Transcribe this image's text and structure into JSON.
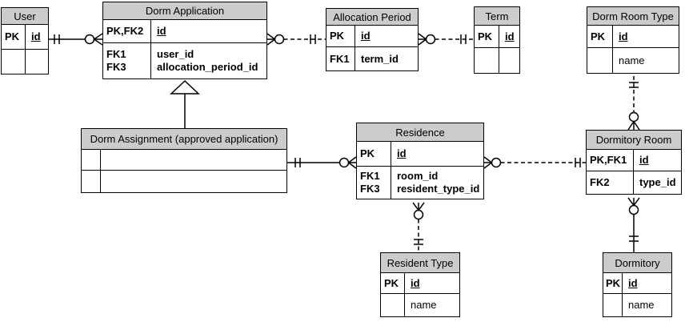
{
  "diagram_type": "entity-relationship-diagram",
  "notation": "crows-foot",
  "colors": {
    "entity_header_fill": "#cccccc",
    "entity_body_fill": "#ffffff",
    "line": "#000000",
    "background": "#ffffff"
  },
  "entities": {
    "user": {
      "title": "User",
      "rows": [
        {
          "key": "PK",
          "attr": "id"
        },
        {
          "key": "",
          "attr": ""
        }
      ]
    },
    "dorm_application": {
      "title": "Dorm Application",
      "rows": [
        {
          "key": "PK,FK2",
          "attr": "id"
        },
        {
          "keys": [
            "FK1",
            "FK3"
          ],
          "attrs": [
            "user_id",
            "allocation_period_id"
          ]
        }
      ]
    },
    "allocation_period": {
      "title": "Allocation Period",
      "rows": [
        {
          "key": "PK",
          "attr": "id"
        },
        {
          "key": "FK1",
          "attr": "term_id"
        }
      ]
    },
    "term": {
      "title": "Term",
      "rows": [
        {
          "key": "PK",
          "attr": "id"
        },
        {
          "key": "",
          "attr": ""
        }
      ]
    },
    "dorm_room_type": {
      "title": "Dorm Room Type",
      "rows": [
        {
          "key": "PK",
          "attr": "id"
        },
        {
          "key": "",
          "attr": "name"
        }
      ]
    },
    "dorm_assignment": {
      "title": "Dorm Assignment (approved application)",
      "rows": [
        {
          "key": "",
          "attr": ""
        },
        {
          "key": "",
          "attr": ""
        }
      ]
    },
    "residence": {
      "title": "Residence",
      "rows": [
        {
          "key": "PK",
          "attr": "id"
        },
        {
          "keys": [
            "FK1",
            "FK3"
          ],
          "attrs": [
            "room_id",
            "resident_type_id"
          ]
        }
      ]
    },
    "dormitory_room": {
      "title": "Dormitory Room",
      "rows": [
        {
          "key": "PK,FK1",
          "attr": "id"
        },
        {
          "key": "FK2",
          "attr": "type_id"
        }
      ]
    },
    "resident_type": {
      "title": "Resident Type",
      "rows": [
        {
          "key": "PK",
          "attr": "id"
        },
        {
          "key": "",
          "attr": "name"
        }
      ]
    },
    "dormitory": {
      "title": "Dormitory",
      "rows": [
        {
          "key": "PK",
          "attr": "id"
        },
        {
          "key": "",
          "attr": "name"
        }
      ]
    }
  },
  "relationships": [
    {
      "parent": "User",
      "child": "Dorm Application",
      "parent_cardinality": "exactly one",
      "child_cardinality": "zero or many",
      "line_style": "solid"
    },
    {
      "parent": "Allocation Period",
      "child": "Dorm Application",
      "parent_cardinality": "exactly one",
      "child_cardinality": "zero or many",
      "line_style": "dashed"
    },
    {
      "parent": "Term",
      "child": "Allocation Period",
      "parent_cardinality": "exactly one",
      "child_cardinality": "zero or many",
      "line_style": "dashed"
    },
    {
      "parent": "Dorm Room Type",
      "child": "Dormitory Room",
      "parent_cardinality": "exactly one",
      "child_cardinality": "zero or many",
      "line_style": "dashed"
    },
    {
      "parent": "Dorm Application",
      "child": "Dorm Assignment (approved application)",
      "type": "subtype (hollow triangle)",
      "line_style": "solid"
    },
    {
      "parent": "Dorm Assignment (approved application)",
      "child": "Residence",
      "parent_cardinality": "exactly one",
      "child_cardinality": "zero or many",
      "line_style": "solid"
    },
    {
      "parent": "Dormitory Room",
      "child": "Residence",
      "parent_cardinality": "exactly one",
      "child_cardinality": "zero or many",
      "line_style": "dashed"
    },
    {
      "parent": "Resident Type",
      "child": "Residence",
      "parent_cardinality": "exactly one",
      "child_cardinality": "zero or many",
      "line_style": "dashed"
    },
    {
      "parent": "Dormitory",
      "child": "Dormitory Room",
      "parent_cardinality": "exactly one",
      "child_cardinality": "zero or many",
      "line_style": "solid"
    }
  ]
}
